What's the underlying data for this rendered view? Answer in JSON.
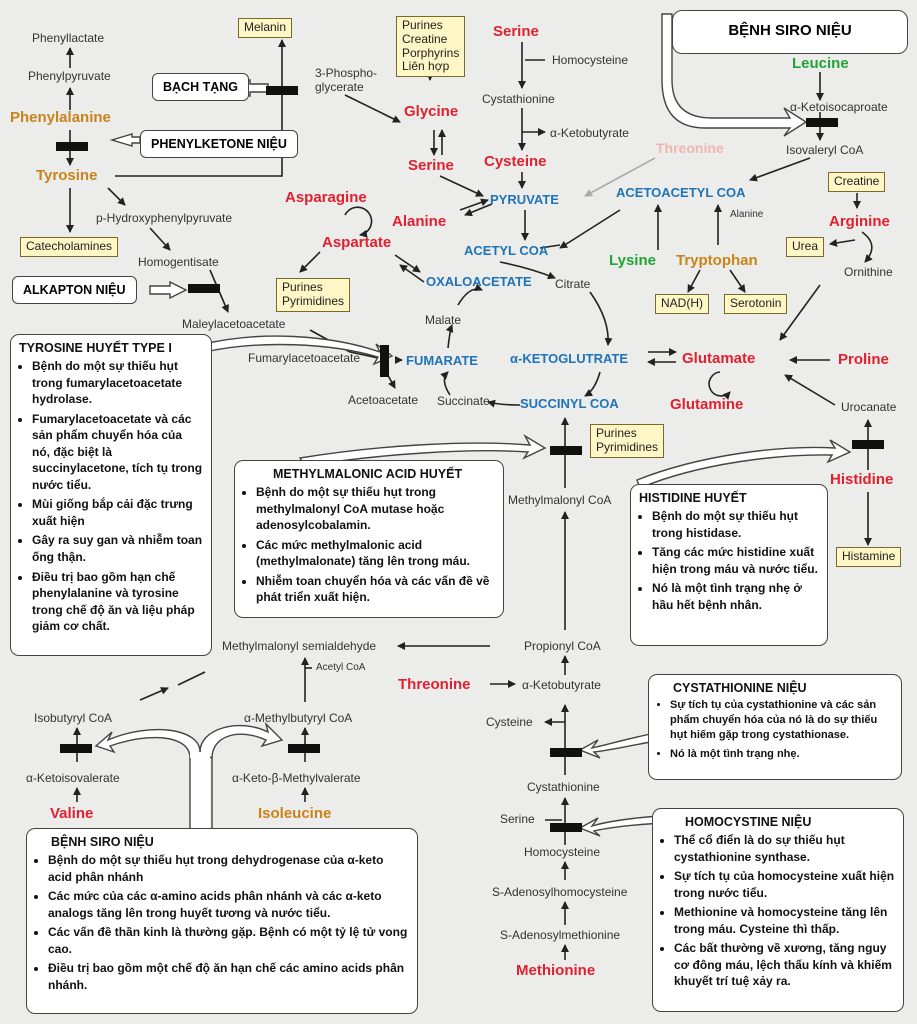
{
  "metabolites": {
    "phenyllactate": "Phenyllactate",
    "phenylpyruvate": "Phenylpyruvate",
    "phenylalanine": "Phenylalanine",
    "tyrosine": "Tyrosine",
    "p_hydroxy": "p-Hydroxyphenylpyruvate",
    "homogentisate": "Homogentisate",
    "maleylacetoacetate": "Maleylacetoacetate",
    "fumarylacetoacetate": "Fumarylacetoacetate",
    "acetoacetate": "Acetoacetate",
    "phosphoglycerate": "3-Phospho-\nglycerate",
    "glycine": "Glycine",
    "serine_top": "Serine",
    "serine_mid": "Serine",
    "homocysteine_top": "Homocysteine",
    "cystathionine_top": "Cystathionine",
    "ketobutyrate_top": "α-Ketobutyrate",
    "cysteine": "Cysteine",
    "threonine_pale": "Threonine",
    "pyruvate": "PYRUVATE",
    "asparagine": "Asparagine",
    "aspartate": "Aspartate",
    "alanine": "Alanine",
    "acetyl_coa": "ACETYL COA",
    "oxaloacetate": "OXALOACETATE",
    "citrate": "Citrate",
    "malate": "Malate",
    "fumarate": "FUMARATE",
    "succinate": "Succinate",
    "succinyl_coa": "SUCCINYL COA",
    "ketoglutarate": "α-KETOGLUTRATE",
    "glutamate": "Glutamate",
    "glutamine": "Glutamine",
    "proline": "Proline",
    "urocanate": "Urocanate",
    "histidine": "Histidine",
    "leucine": "Leucine",
    "ketoisocaproate": "α-Ketoisocaproate",
    "isovaleryl_coa": "Isovaleryl CoA",
    "acetoacetyl_coa": "ACETOACETYL COA",
    "alanine_small": "Alanine",
    "lysine": "Lysine",
    "tryptophan": "Tryptophan",
    "arginine": "Arginine",
    "ornithine": "Ornithine",
    "methylmalonyl_coa": "Methylmalonyl CoA",
    "methylmalonyl_semi": "Methylmalonyl semialdehyde",
    "propionyl_coa": "Propionyl CoA",
    "acetyl_coa_small": "Acetyl CoA",
    "threonine": "Threonine",
    "ketobutyrate_bottom": "α-Ketobutyrate",
    "isobutyryl_coa": "Isobutyryl CoA",
    "methylbutyryl_coa": "α-Methylbutyryl CoA",
    "ketoisovalerate": "α-Ketoisovalerate",
    "keto_methylvalerate": "α-Keto-β-Methylvalerate",
    "valine": "Valine",
    "isoleucine": "Isoleucine",
    "cysteine_bottom": "Cysteine",
    "cystathionine_bottom": "Cystathionine",
    "serine_bottom": "Serine",
    "homocysteine_bottom": "Homocysteine",
    "sah": "S-Adenosylhomocysteine",
    "sam": "S-Adenosylmethionine",
    "methionine": "Methionine"
  },
  "product_boxes": {
    "melanin": "Melanin",
    "catecholamines": "Catecholamines",
    "purines_top": "Purines\nCreatine\nPorphyrins\nLiên hợp",
    "purines_left": "Purines\nPyrimidines",
    "purines_right": "Purines\nPyrimidines",
    "nadh": "NAD(H)",
    "serotonin": "Serotonin",
    "creatine": "Creatine",
    "urea": "Urea",
    "histamine": "Histamine"
  },
  "tags": {
    "albinism": "BẠCH TẠNG",
    "pku": "PHENYLKETONE NIỆU",
    "alkaptonuria": "ALKAPTON NIỆU",
    "msud_top": "BỆNH SIRO NIỆU"
  },
  "callouts": {
    "tyrosinemia": {
      "title": "TYROSINE HUYẾT TYPE I",
      "items": [
        "Bệnh do một sự thiếu hụt trong fumarylacetoacetate hydrolase.",
        "Fumarylacetoacetate và các sản phẩm chuyển hóa của nó, đặc biệt là succinylacetone, tích tụ trong nước tiểu.",
        "Mùi giống bắp cải đặc trưng xuất hiện",
        "Gây ra suy gan và nhiễm toan ống thận.",
        "Điều trị bao gồm hạn chế phenylalanine và tyrosine trong chế độ ăn và liệu pháp giảm cơ chất."
      ]
    },
    "mma": {
      "title": "METHYLMALONIC ACID HUYẾT",
      "items": [
        "Bệnh do một sự thiếu hụt trong methylmalonyl CoA mutase hoặc adenosylcobalamin.",
        "Các mức methylmalonic acid (methylmalonate) tăng lên trong máu.",
        "Nhiễm toan chuyển hóa và các vấn đề về phát triển xuất hiện."
      ]
    },
    "histidinemia": {
      "title": "HISTIDINE HUYẾT",
      "items": [
        "Bệnh do một sự thiếu hụt trong histidase.",
        "Tăng các mức histidine xuất hiện trong máu và nước tiểu.",
        "Nó là một tình trạng nhẹ ở hầu hết bệnh nhân."
      ]
    },
    "cystathioninuria": {
      "title": "CYSTATHIONINE NIỆU",
      "items": [
        "Sự tích tụ của cystathionine và các sản phẩm chuyển hóa của nó là do sự thiếu hụt hiếm gặp trong cystathionase.",
        "Nó là một tình trạng nhẹ."
      ]
    },
    "homocystinuria": {
      "title": "HOMOCYSTINE NIỆU",
      "items": [
        "Thể cổ điển là do sự thiếu hụt cystathionine synthase.",
        "Sự tích tụ của homocysteine xuất hiện trong nước tiểu.",
        "Methionine và homocysteine tăng lên trong máu. Cysteine thì thấp.",
        "Các bất thường về xương, tăng nguy cơ đông máu, lệch thấu kính và khiếm khuyết trí tuệ xảy ra."
      ]
    },
    "msud": {
      "title": "BỆNH SIRO NIỆU",
      "items": [
        "Bệnh do một sự thiếu hụt trong dehydrogenase của α-keto acid phân nhánh",
        "Các mức của các α-amino acids phân nhánh và các α-keto analogs tăng lên trong huyết tương và nước tiểu.",
        "Các vấn đề thần kinh là thường gặp. Bệnh có một tỷ lệ tử vong cao.",
        "Điều trị bao gồm một chế độ ăn hạn chế các amino acids phân nhánh."
      ]
    }
  },
  "colors": {
    "background": "#ececeb",
    "essential_red": "#e0212f",
    "aromatic_orange": "#c8841a",
    "ketogenic_green": "#22a336",
    "tca_blue": "#1f73b7",
    "product_box": "#fff6c5"
  }
}
